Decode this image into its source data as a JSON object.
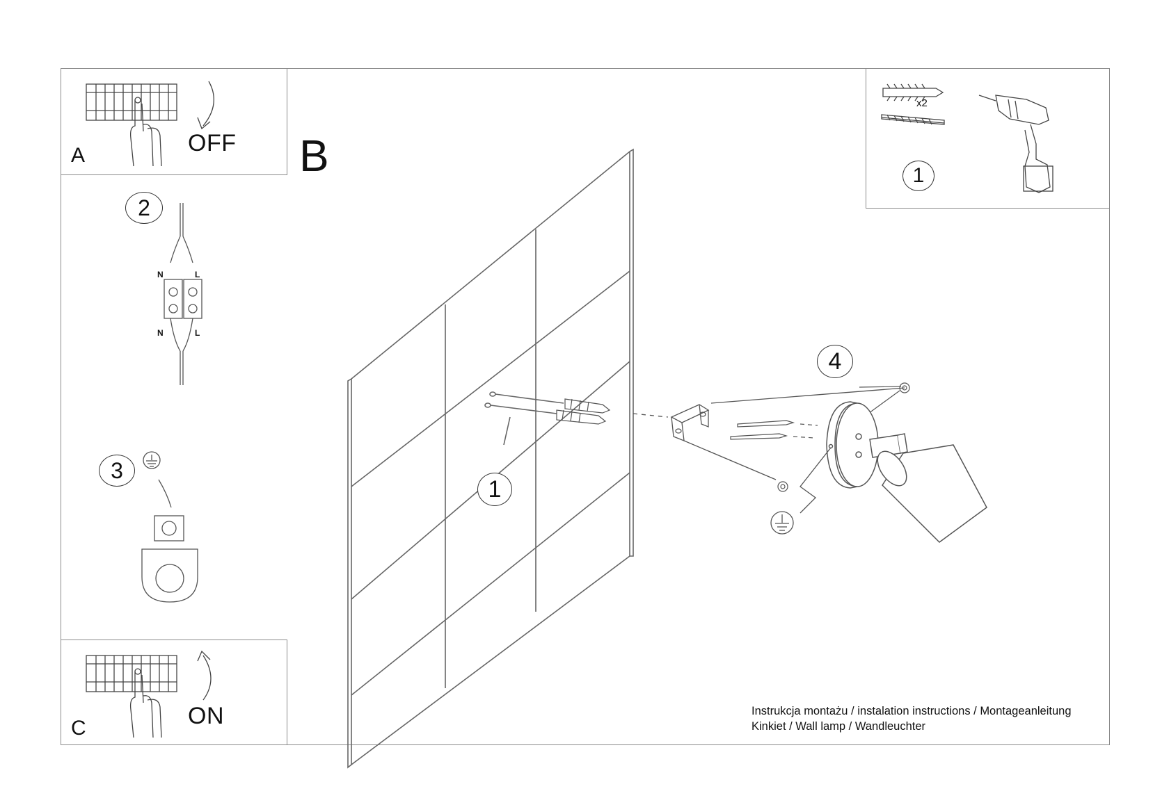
{
  "panel_a": {
    "letter": "A",
    "action": "OFF"
  },
  "panel_b": {
    "letter": "B"
  },
  "panel_c": {
    "letter": "C",
    "action": "ON"
  },
  "steps": {
    "step1_kit": {
      "number": "1",
      "quantity": "x2"
    },
    "step1_wall": {
      "number": "1"
    },
    "step2": {
      "number": "2",
      "terminal_labels": [
        "N",
        "L",
        "N",
        "L"
      ]
    },
    "step3": {
      "number": "3"
    },
    "step4": {
      "number": "4"
    }
  },
  "caption": {
    "line1": "Instrukcja montażu / instalation instructions / Montageanleitung",
    "line2": "Kinkiet / Wall lamp / Wandleuchter"
  },
  "icons": [
    "circuit-breaker-icon",
    "hand-icon",
    "curved-arrow-icon",
    "ground-icon",
    "drill-icon",
    "wall-plug-icon",
    "screw-icon",
    "wall-lamp-icon"
  ]
}
